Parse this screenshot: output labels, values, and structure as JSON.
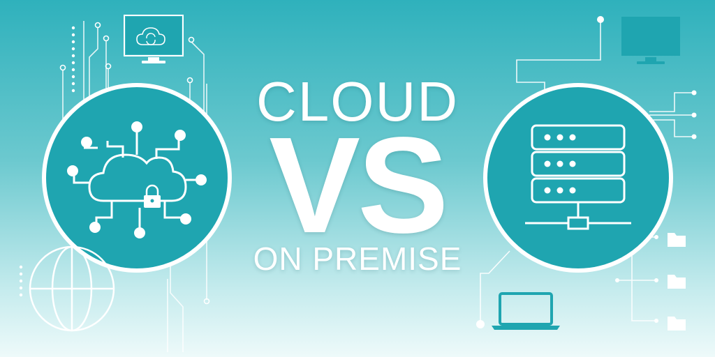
{
  "headline": {
    "line1": "CLOUD",
    "line2": "VS",
    "line3": "ON PREMISE"
  },
  "colors": {
    "teal_accent": "#1fa5b0",
    "background_top": "#2fb1bc",
    "background_bottom": "#eefafa",
    "line_white": "#ffffff"
  },
  "icons": {
    "left_main": "cloud-network-lock-icon",
    "right_main": "server-network-icon",
    "top_left_monitor": "cloud-sync-monitor-icon",
    "top_right_monitor": "monitor-icon",
    "bottom_left": "globe-icon",
    "bottom_center": "laptop-icon",
    "right_side": "folder-icon"
  }
}
